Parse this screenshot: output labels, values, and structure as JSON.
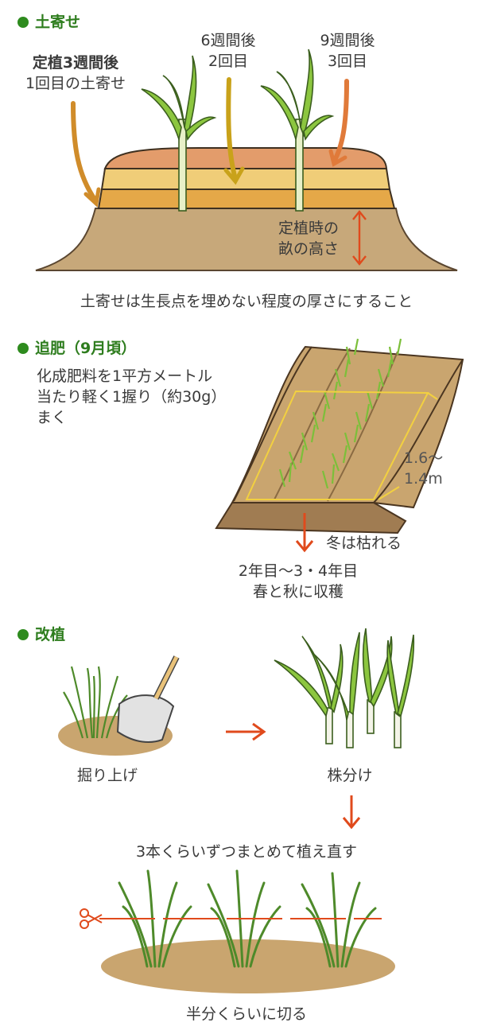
{
  "section1": {
    "heading": "土寄せ",
    "label1_line1": "定植3週間後",
    "label1_line2": "1回目の土寄せ",
    "label2_line1": "6週間後",
    "label2_line2": "2回目",
    "label3_line1": "9週間後",
    "label3_line2": "3回目",
    "height_line1": "定植時の",
    "height_line2": "畝の高さ",
    "caption": "土寄せは生長点を埋めない程度の厚さにすること"
  },
  "section2": {
    "heading": "追肥（9月頃）",
    "desc_line1": "化成肥料を1平方メートル",
    "desc_line2": "当たり軽く1握り（約30g）",
    "desc_line3": "まく",
    "dim_line1": "1.6～",
    "dim_line2": "1.4m",
    "winter": "冬は枯れる",
    "harvest_line1": "2年目～3・4年目",
    "harvest_line2": "春と秋に収穫"
  },
  "section3": {
    "heading": "改植",
    "dig": "掘り上げ",
    "divide": "株分け",
    "replant": "3本くらいずつまとめて植え直す",
    "cut": "半分くらいに切る"
  },
  "colors": {
    "heading_green": "#2e7d1e",
    "arrow_red": "#e04a1c",
    "soil": "#c8a978",
    "plant_green": "#7cbf3a"
  }
}
